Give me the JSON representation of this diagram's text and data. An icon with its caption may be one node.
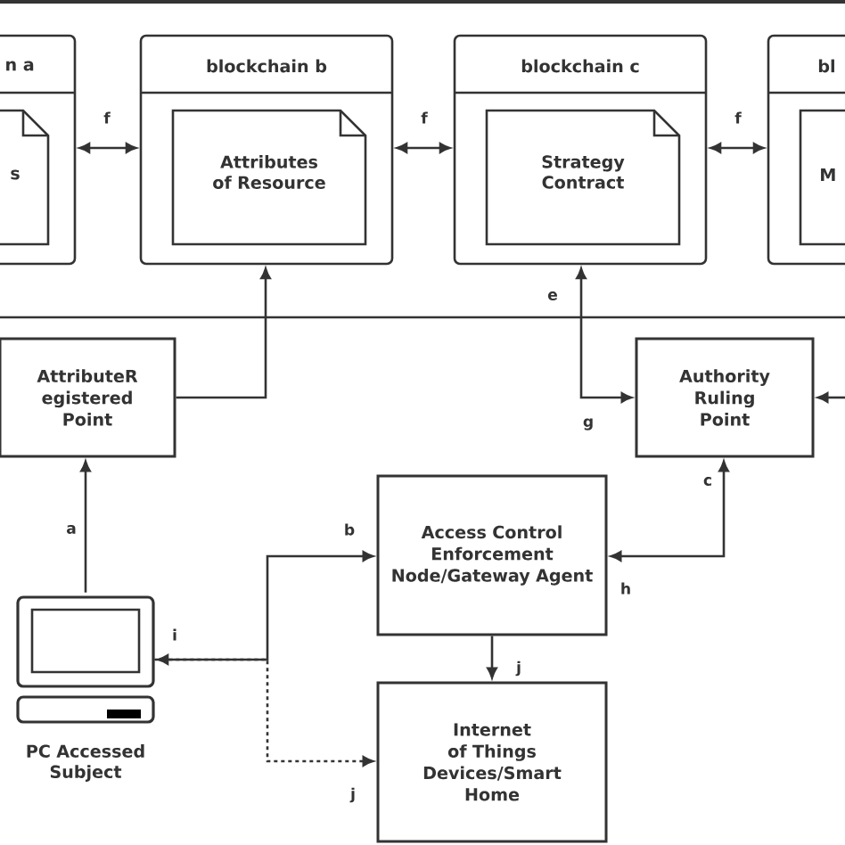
{
  "diagram": {
    "nodes": [
      {
        "text": [
          "n a"
        ]
      },
      {
        "text": [
          "s"
        ],
        "in": 0
      },
      {
        "text": [
          "blockchain b"
        ]
      },
      {
        "text": [
          "Attributes of Resource"
        ],
        "in": 2
      },
      {
        "text": [
          "blockchain c"
        ]
      },
      {
        "text": [
          "Strategy Contract"
        ],
        "in": 4
      },
      {
        "text": [
          "bl"
        ]
      },
      {
        "text": [
          "M"
        ],
        "in": 6
      },
      {
        "text": [
          "AttributeR egistered Point"
        ]
      },
      {
        "text": [
          "Authority Ruling Point"
        ]
      },
      {
        "text": [
          "Access Control Enforcement Node/Gateway Agent"
        ]
      },
      {
        "text": [
          "Internet of Things Devices/Smart Home"
        ]
      },
      {
        "text": [],
        "shape": "computer",
        "beside": [
          "PC Accessed Subject"
        ]
      }
    ],
    "edges": [
      {
        "from": 0,
        "to": 2,
        "arrow": "both",
        "label": "f"
      },
      {
        "from": 2,
        "to": 4,
        "arrow": "both",
        "label": "f"
      },
      {
        "from": 4,
        "to": 6,
        "arrow": "both",
        "label": "f"
      },
      {
        "from": 8,
        "to": 2,
        "arrow": "to"
      },
      {
        "from": 9,
        "to": 4,
        "arrow": "both",
        "label": "e"
      },
      {
        "from": null,
        "to": 9,
        "arrow": "to"
      },
      {
        "from": 12,
        "to": 8,
        "arrow": "to",
        "label": "a"
      },
      {
        "from": 12,
        "to": 10,
        "arrow": "both",
        "label": "b"
      },
      {
        "from": 10,
        "to": 9,
        "arrow": "both",
        "label": "c"
      },
      {
        "from": 10,
        "to": 11,
        "arrow": "to",
        "label": "j"
      },
      {
        "from": 12,
        "to": 11,
        "arrow": "to",
        "label": "j",
        "style": "dashed"
      }
    ],
    "labels": [
      "g",
      "h",
      "i"
    ]
  }
}
